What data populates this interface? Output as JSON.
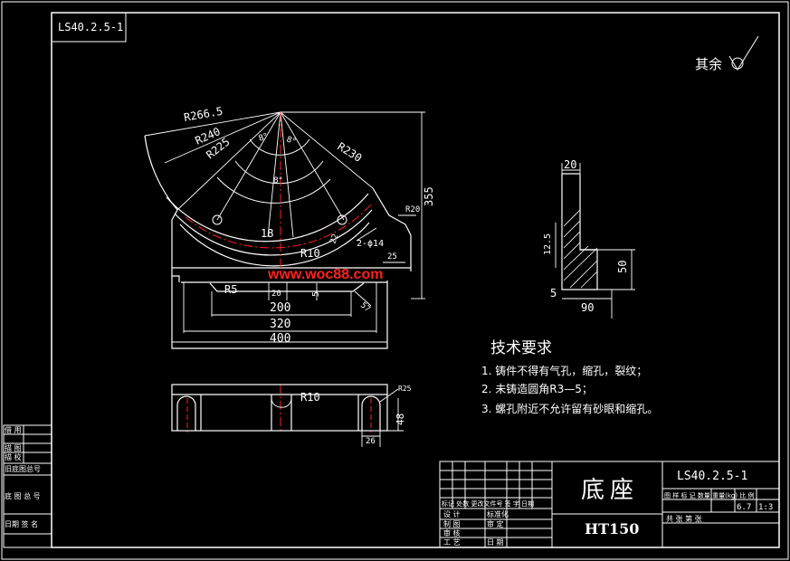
{
  "drawing_code": "LS40.2.5-1",
  "roughness_note": "其余",
  "title_block": {
    "part_name": "底座",
    "material": "HT150",
    "code": "LS40.2.5-1",
    "header_row": "图 样 标 记   数量 重量(kg) 比 例",
    "weight": "6.7",
    "scale": "1:3",
    "sheet_row": "共   张  第   张",
    "rev_header": "标记 处数  更改文件号  签 字 日期",
    "roles": [
      "设 计",
      "制 图",
      "审 核",
      "工 艺"
    ],
    "roles2": [
      "标准化",
      "审 定",
      "",
      "日 期"
    ]
  },
  "left_strip": [
    "借 用",
    "描 图",
    "描 校",
    "旧底图总号",
    "底 图 总 号",
    "日期 签 名"
  ],
  "dims_front": {
    "r266": "R266.5",
    "r240": "R240",
    "r225": "R225",
    "r230": "R230",
    "a1": "8°",
    "a2": "8°",
    "a3": "8°",
    "h355": "355",
    "r20": "R20",
    "d18": "18",
    "r10a": "R10",
    "holes": "2-ϕ14",
    "d22": "22",
    "d25": "25",
    "r5": "R5",
    "d20": "20",
    "d5": "5",
    "d57": "57",
    "d200": "200",
    "d320": "320",
    "d400": "400"
  },
  "dims_bottom": {
    "r10b": "R10",
    "r25": "R25",
    "d48": "48",
    "d26": "26"
  },
  "dims_section": {
    "top": "20",
    "h125": "12.5",
    "h50": "50",
    "d5": "5",
    "d90": "90"
  },
  "watermark": "www.woc88.com",
  "tech": {
    "heading": "技术要求",
    "items": [
      "1. 铸件不得有气孔，缩孔，裂纹；",
      "2.  未铸造圆角R3—5；",
      "3. 螺孔附近不允许留有砂眼和缩孔。"
    ]
  }
}
